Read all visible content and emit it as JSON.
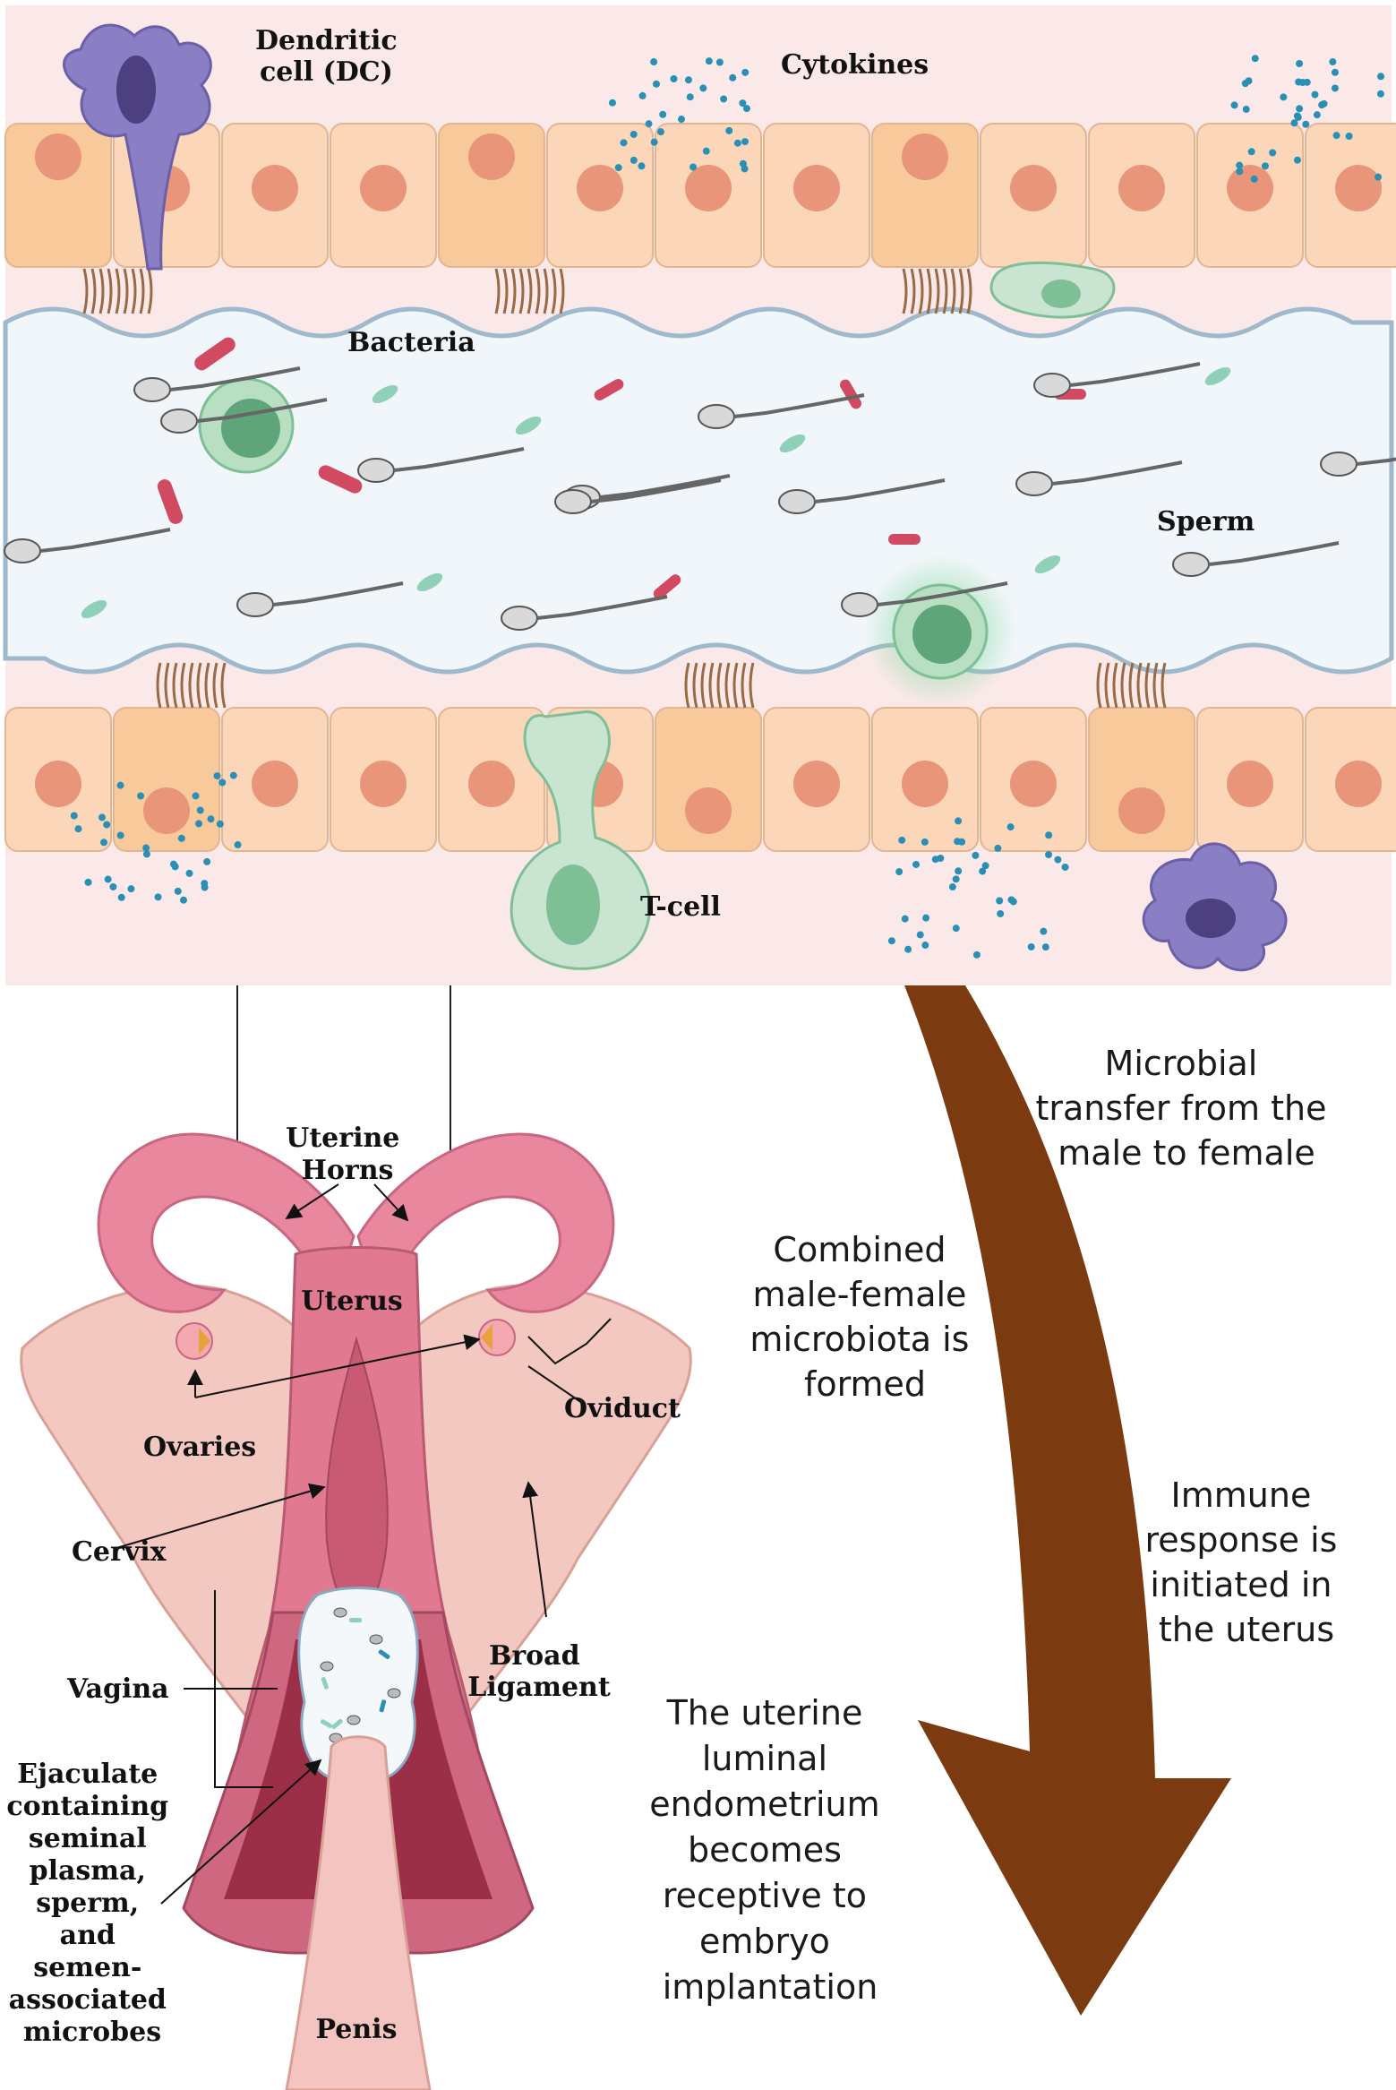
{
  "labels": {
    "dendritic_cell": [
      "Dendritic",
      "cell (DC)"
    ],
    "cytokines": "Cytokines",
    "bacteria": "Bacteria",
    "sperm": "Sperm",
    "t_cell": "T-cell",
    "uterine_horns": [
      "Uterine",
      "Horns"
    ],
    "uterus": "Uterus",
    "oviduct": "Oviduct",
    "ovaries": "Ovaries",
    "cervix": "Cervix",
    "broad_ligament": [
      "Broad",
      "Ligament"
    ],
    "vagina": "Vagina",
    "ejaculate": [
      "Ejaculate",
      "containing",
      "seminal",
      "plasma,",
      "sperm,",
      "and",
      "semen-",
      "associated",
      "microbes"
    ],
    "penis": "Penis"
  },
  "steps": {
    "microbial_transfer": [
      "Microbial",
      "transfer from the",
      "male to female"
    ],
    "combined_microbiota": [
      "Combined",
      "male-female",
      "microbiota is",
      "formed"
    ],
    "immune_response": [
      "Immune",
      "response is",
      "initiated in",
      "the uterus"
    ],
    "receptive": [
      "The uterine",
      "luminal",
      "endometrium",
      "becomes",
      "receptive to",
      "embryo",
      "implantation"
    ]
  },
  "colors": {
    "tissue_bg": "#fbe9ea",
    "lumen": "#f1f6fa",
    "epithelial_cell": "#fbd6b8",
    "nucleus": "#e8957a",
    "goblet_cell": "#f8c99a",
    "dendritic": "#8a7fc4",
    "t_cell": "#9fd0b0",
    "bacteria": "#d14a62",
    "cytokine": "#2a8fb5",
    "uterus_pink": "#e8879d",
    "ligament": "#f2c8c0",
    "arrow_brown": "#7b3a10"
  }
}
